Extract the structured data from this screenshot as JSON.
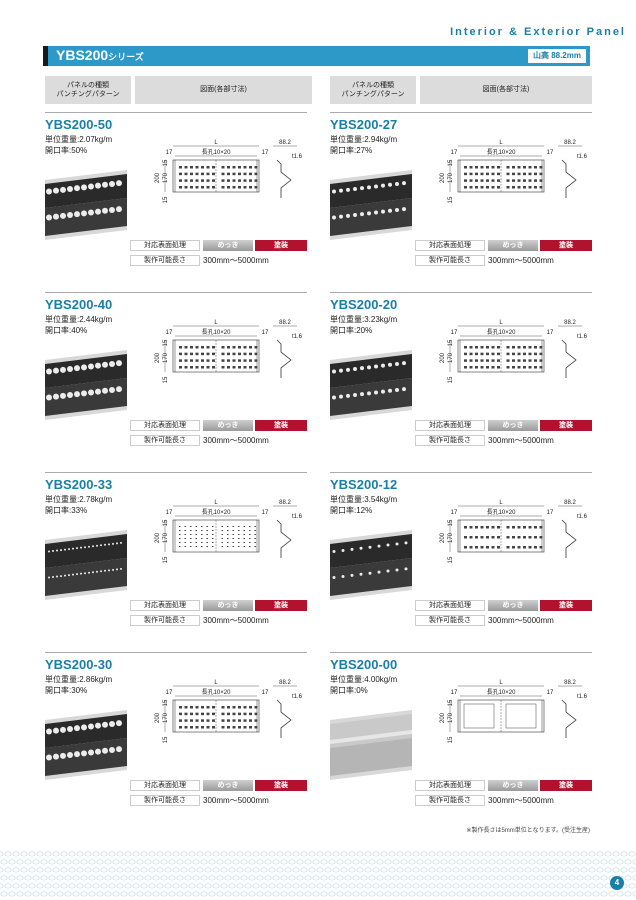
{
  "header": {
    "category": "Interior & Exterior Panel"
  },
  "title": {
    "main": "YBS200",
    "suffix": "シリーズ",
    "height_badge": "山高 88.2mm"
  },
  "columns": {
    "pattern": "パネルの種類\nパンチングパターン",
    "drawing": "図面(各部寸法)"
  },
  "common": {
    "surface_label": "対応表面処理",
    "plating": "めっき",
    "painting": "塗装",
    "length_label": "製作可能長さ",
    "length_value": "300mm～5000mm",
    "dims": {
      "L": "L",
      "hole": "長孔10×20",
      "d17": "17",
      "d88": "88.2",
      "t": "t1.6",
      "h200": "200",
      "h170": "170",
      "h15": "15"
    }
  },
  "panels": [
    {
      "name": "YBS200-50",
      "weight": "単位重量:2.07kg/m",
      "open": "開口率:50%",
      "pattern": "dense"
    },
    {
      "name": "YBS200-27",
      "weight": "単位重量:2.94kg/m",
      "open": "開口率:27%",
      "pattern": "small"
    },
    {
      "name": "YBS200-40",
      "weight": "単位重量:2.44kg/m",
      "open": "開口率:40%",
      "pattern": "dense"
    },
    {
      "name": "YBS200-20",
      "weight": "単位重量:3.23kg/m",
      "open": "開口率:20%",
      "pattern": "small"
    },
    {
      "name": "YBS200-33",
      "weight": "単位重量:2.78kg/m",
      "open": "開口率:33%",
      "pattern": "fine"
    },
    {
      "name": "YBS200-12",
      "weight": "単位重量:3.54kg/m",
      "open": "開口率:12%",
      "pattern": "sparse"
    },
    {
      "name": "YBS200-30",
      "weight": "単位重量:2.86kg/m",
      "open": "開口率:30%",
      "pattern": "dense"
    },
    {
      "name": "YBS200-00",
      "weight": "単位重量:4.00kg/m",
      "open": "開口率:0%",
      "pattern": "none"
    }
  ],
  "footnote": "※製作長さは5mm単位となります。(受注生産)",
  "page_number": "4"
}
